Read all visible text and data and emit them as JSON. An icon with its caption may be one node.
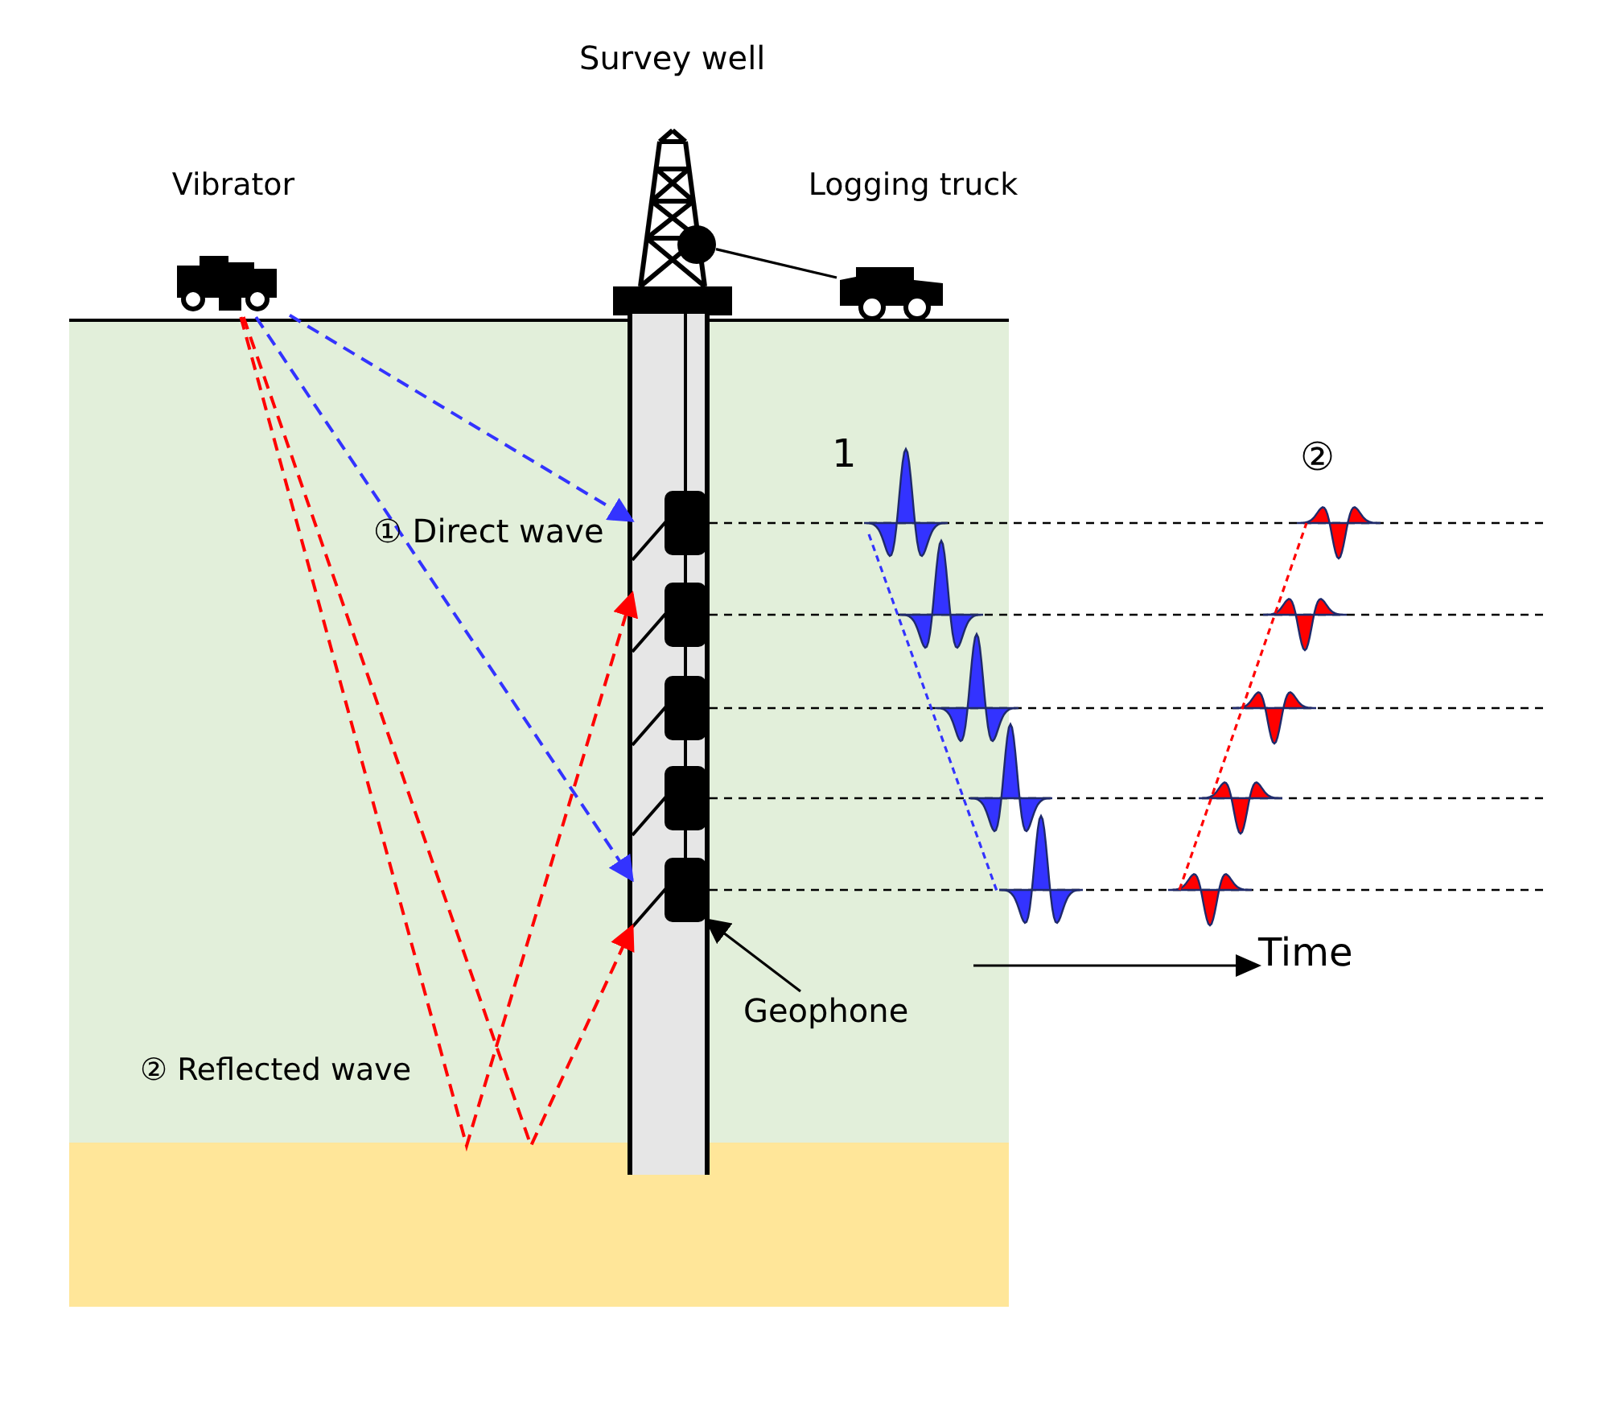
{
  "diagram": {
    "nodes": [
      {
        "text": [
          "Vibrator"
        ]
      },
      {
        "text": [
          "Survey well"
        ]
      },
      {
        "text": [
          "Logging truck"
        ]
      },
      {
        "text": [],
        "shape": "box",
        "in": 1
      },
      {
        "text": [],
        "shape": "box",
        "in": 1
      },
      {
        "text": [],
        "shape": "box",
        "in": 1
      },
      {
        "text": [],
        "shape": "box",
        "in": 1
      },
      {
        "text": [],
        "shape": "box",
        "in": 1
      },
      {
        "text": [
          "Geophone"
        ]
      }
    ],
    "edges": [
      {
        "from": 0,
        "to": 3,
        "arrow": "to",
        "style": "dashed",
        "color": "#3333ff"
      },
      {
        "from": 0,
        "to": 7,
        "arrow": "to",
        "style": "dashed",
        "color": "#3333ff"
      },
      {
        "from": 0,
        "to": 4,
        "arrow": "to",
        "style": "dashed",
        "color": "#ff0000"
      },
      {
        "from": 0,
        "to": 7,
        "arrow": "to",
        "style": "dashed",
        "color": "#ff0000"
      },
      {
        "from": 1,
        "to": 2,
        "arrow": "none",
        "color": "#000000"
      },
      {
        "from": 8,
        "to": 7,
        "arrow": "to",
        "color": "#000000"
      }
    ],
    "labels": [
      "1",
      "②",
      "① Direct wave",
      "Time",
      "② Reflected wave"
    ]
  }
}
